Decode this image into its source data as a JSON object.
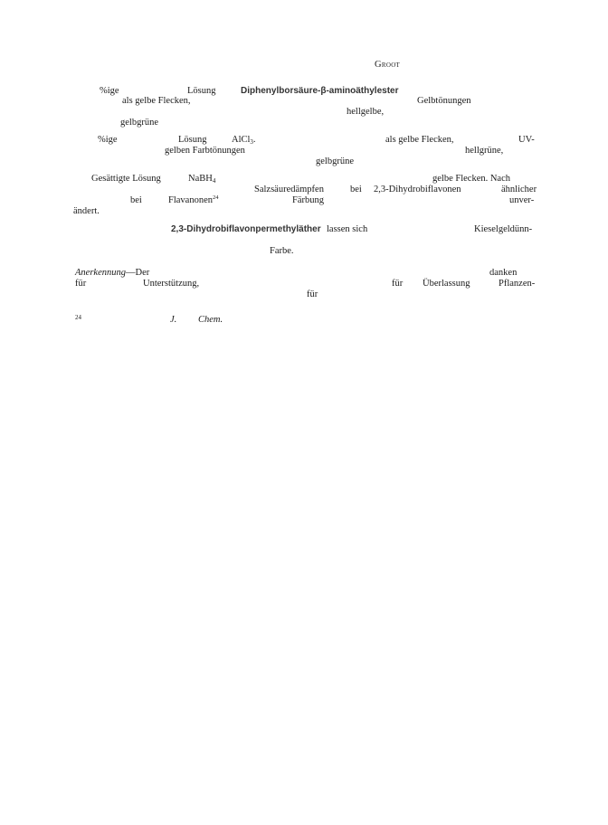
{
  "header": {
    "author": "Groot"
  },
  "p1": {
    "pct": "%ige",
    "loesung": "Lösung",
    "reagent": "Diphenylborsäure-β-aminoäthylester",
    "flecken": "als gelbe Flecken,",
    "gelbtoenungen": "Gelbtönungen",
    "hellgelbe": "hellgelbe,",
    "gelbgruene": "gelbgrüne"
  },
  "p2": {
    "pct": "%ige",
    "loesung": "Lösung",
    "reagent": "AlCl",
    "reagent_sub": "3",
    "reagent_end": ".",
    "flecken": "als gelbe Flecken,",
    "uv": "UV-",
    "farbtoenungen": "gelben Farbtönungen",
    "hellgruene": "hellgrüne,",
    "gelbgruene": "gelbgrüne"
  },
  "p3": {
    "gesaettigte": "Gesättigte Lösung",
    "reagent": "NaBH",
    "reagent_sub": "4",
    "flecken_nach": "gelbe Flecken. Nach",
    "salzsaeure": "Salzsäuredämpfen",
    "bei1": "bei",
    "dihydro": "2,3-Dihydrobiflavonen",
    "aehnlicher": "ähnlicher",
    "bei2": "bei",
    "flavanonen": "Flavanonen",
    "ref": "24",
    "faerbung": "Färbung",
    "unver": "unver-",
    "aendert": "ändert."
  },
  "p4": {
    "compound": "2,3-Dihydrobiflavonpermethyläther",
    "lassen": "lassen sich",
    "kiesel": "Kieselgeldünn-",
    "farbe": "Farbe."
  },
  "ack": {
    "label": "Anerkennung",
    "der": "—Der",
    "danken": "danken",
    "fuer1": "für",
    "unterstuetzung": "Unterstützung,",
    "fuer2": "für",
    "ueberlassung": "Überlassung",
    "pflanzen": "Pflanzen-",
    "fuer3": "für"
  },
  "footnote": {
    "num": "24",
    "j": "J.",
    "chem": "Chem."
  }
}
